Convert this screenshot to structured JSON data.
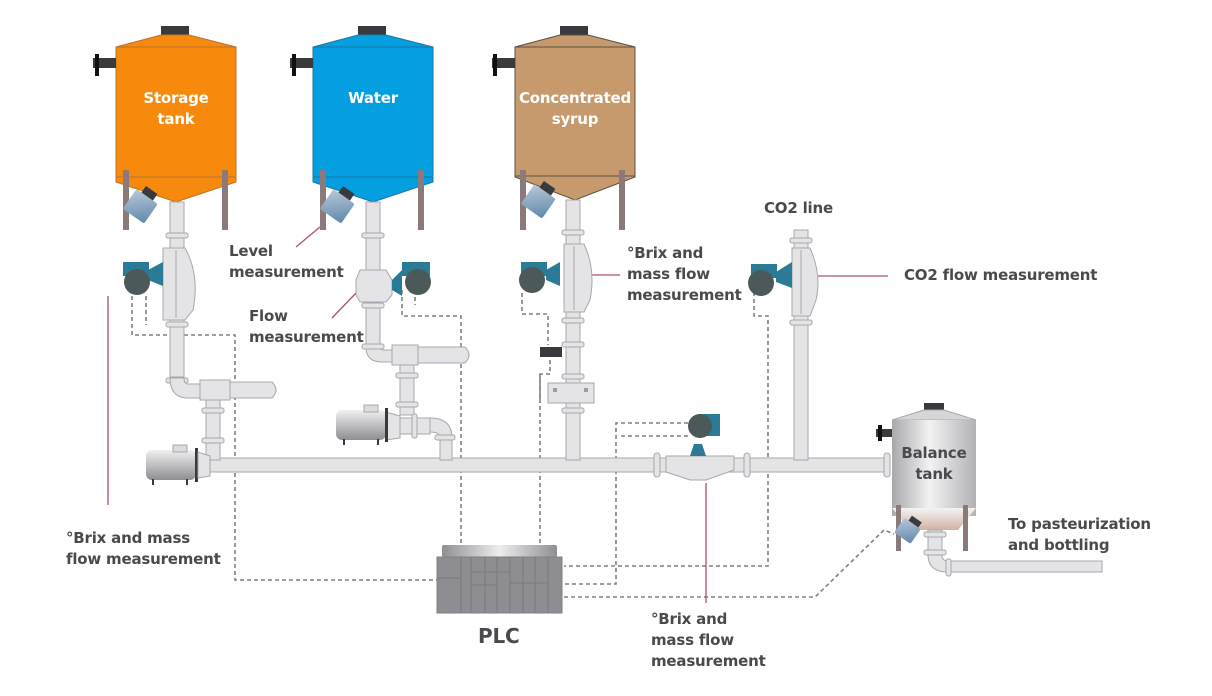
{
  "diagram": {
    "tanks": [
      {
        "id": "storage",
        "label": "Storage\ntank",
        "color": "#f7890c"
      },
      {
        "id": "water",
        "label": "Water",
        "color": "#039fe0"
      },
      {
        "id": "syrup",
        "label": "Concentrated\nsyrup",
        "color": "#c69a6d"
      },
      {
        "id": "balance",
        "label": "Balance\ntank",
        "color": "#c8c8ca"
      }
    ],
    "labels": {
      "level": "Level\nmeasurement",
      "flow": "Flow\nmeasurement",
      "brix_syrup": "°Brix and\nmass flow\nmeasurement",
      "co2_line": "CO2 line",
      "co2_flow": "CO2 flow measurement",
      "brix_left": "°Brix and mass\nflow measurement",
      "brix_bottom": "°Brix and\nmass flow\nmeasurement",
      "outlet": "To pasteurization\nand bottling",
      "plc": "PLC"
    },
    "colors": {
      "pipe": "#e4e4e6",
      "pipe_edge": "#a8a8ac",
      "sensor_teal": "#2b7a96",
      "sensor_head": "#4b5a58",
      "leader_line": "#b0506a",
      "signal_line": "#808080",
      "leg": "#8a7a7a",
      "valve": "#3a3a3e"
    }
  }
}
